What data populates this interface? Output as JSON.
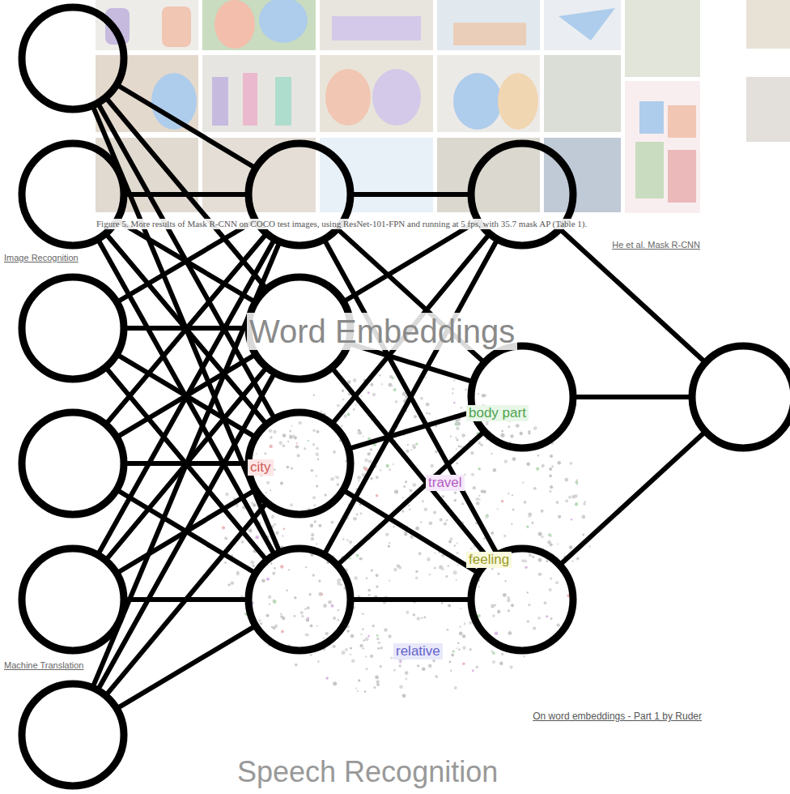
{
  "diagram": {
    "nodes": [
      {
        "text": []
      },
      {
        "text": []
      },
      {
        "text": []
      },
      {
        "text": []
      },
      {
        "text": []
      },
      {
        "text": []
      },
      {
        "text": []
      },
      {
        "text": []
      },
      {
        "text": []
      },
      {
        "text": []
      },
      {
        "text": []
      },
      {
        "text": []
      },
      {
        "text": []
      },
      {
        "text": []
      }
    ],
    "edges": [
      {
        "from": 0,
        "to": 6,
        "arrow": "none"
      },
      {
        "from": 0,
        "to": 7,
        "arrow": "none"
      },
      {
        "from": 0,
        "to": 8,
        "arrow": "none"
      },
      {
        "from": 0,
        "to": 9,
        "arrow": "none"
      },
      {
        "from": 1,
        "to": 6,
        "arrow": "none"
      },
      {
        "from": 1,
        "to": 7,
        "arrow": "none"
      },
      {
        "from": 1,
        "to": 8,
        "arrow": "none"
      },
      {
        "from": 1,
        "to": 9,
        "arrow": "none"
      },
      {
        "from": 2,
        "to": 6,
        "arrow": "none"
      },
      {
        "from": 2,
        "to": 7,
        "arrow": "none"
      },
      {
        "from": 2,
        "to": 8,
        "arrow": "none"
      },
      {
        "from": 2,
        "to": 9,
        "arrow": "none"
      },
      {
        "from": 3,
        "to": 6,
        "arrow": "none"
      },
      {
        "from": 3,
        "to": 7,
        "arrow": "none"
      },
      {
        "from": 3,
        "to": 8,
        "arrow": "none"
      },
      {
        "from": 3,
        "to": 9,
        "arrow": "none"
      },
      {
        "from": 4,
        "to": 6,
        "arrow": "none"
      },
      {
        "from": 4,
        "to": 7,
        "arrow": "none"
      },
      {
        "from": 4,
        "to": 8,
        "arrow": "none"
      },
      {
        "from": 4,
        "to": 9,
        "arrow": "none"
      },
      {
        "from": 5,
        "to": 6,
        "arrow": "none"
      },
      {
        "from": 5,
        "to": 7,
        "arrow": "none"
      },
      {
        "from": 5,
        "to": 8,
        "arrow": "none"
      },
      {
        "from": 5,
        "to": 9,
        "arrow": "none"
      },
      {
        "from": 6,
        "to": 10,
        "arrow": "none"
      },
      {
        "from": 6,
        "to": 11,
        "arrow": "none"
      },
      {
        "from": 6,
        "to": 12,
        "arrow": "none"
      },
      {
        "from": 7,
        "to": 10,
        "arrow": "none"
      },
      {
        "from": 7,
        "to": 11,
        "arrow": "none"
      },
      {
        "from": 7,
        "to": 12,
        "arrow": "none"
      },
      {
        "from": 8,
        "to": 10,
        "arrow": "none"
      },
      {
        "from": 8,
        "to": 11,
        "arrow": "none"
      },
      {
        "from": 8,
        "to": 12,
        "arrow": "none"
      },
      {
        "from": 9,
        "to": 10,
        "arrow": "none"
      },
      {
        "from": 9,
        "to": 11,
        "arrow": "none"
      },
      {
        "from": 9,
        "to": 12,
        "arrow": "none"
      },
      {
        "from": 10,
        "to": 13,
        "arrow": "none"
      },
      {
        "from": 11,
        "to": 13,
        "arrow": "none"
      },
      {
        "from": 12,
        "to": 13,
        "arrow": "none"
      }
    ],
    "labels": [
      "Word Embeddings",
      "Figure 5. More results of Mask R-CNN on COCO test images, using ResNet-101-FPN and running at 5 fps, with 35.7 mask AP (Table 1).",
      "He et al. Mask R-CNN",
      "Image Recognition",
      "city",
      "body part",
      "travel",
      "feeling",
      "relative",
      "On word embeddings - Part 1 by Ruder",
      "Machine Translation",
      "Speech Recognition"
    ]
  }
}
